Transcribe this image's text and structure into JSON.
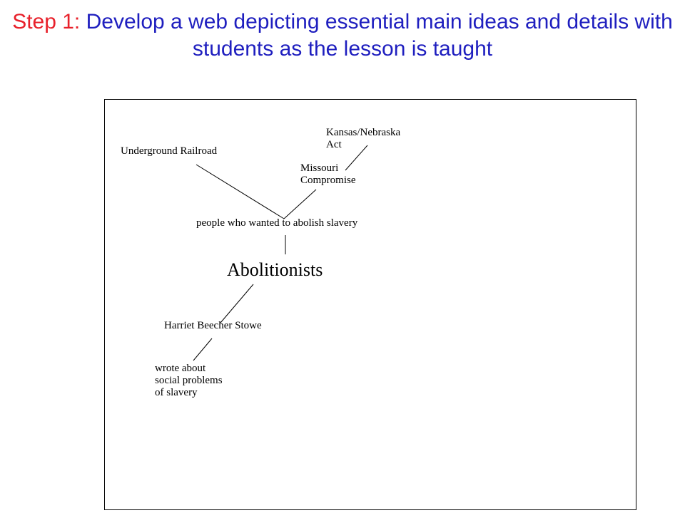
{
  "title": {
    "step_label": "Step 1:",
    "text": "Develop a web depicting essential main ideas and details with students as the lesson is taught"
  },
  "web": {
    "main_idea": "Abolitionists",
    "definition": "people who wanted to abolish slavery",
    "underground_railroad": "Underground Railroad",
    "missouri_compromise": "Missouri\nCompromise",
    "kansas_nebraska_act": "Kansas/Nebraska\nAct",
    "harriet_beecher_stowe": "Harriet Beecher Stowe",
    "stowe_detail": "wrote about\nsocial problems\nof slavery"
  },
  "colors": {
    "title_text": "#1f1fbf",
    "step_label": "#e8202a",
    "diagram_ink": "#000000"
  }
}
